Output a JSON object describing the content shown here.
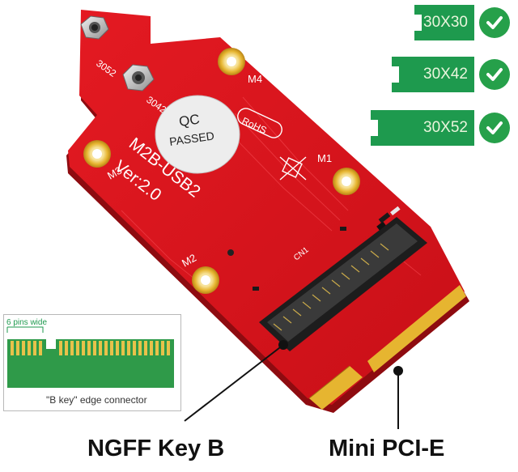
{
  "board": {
    "name": "M2B-USB2",
    "version": "Ver:2.0",
    "qc_line1": "QC",
    "qc_line2": "PASSED",
    "rohs": "RoHS",
    "connector_ref": "CN1",
    "hole_3052": "3052",
    "hole_3042": "3042",
    "mount_m1": "M1",
    "mount_m2": "M2",
    "mount_m3": "M3",
    "mount_m4": "M4"
  },
  "size_badges": [
    {
      "label": "30X30",
      "checked": true
    },
    {
      "label": "30X42",
      "checked": true
    },
    {
      "label": "30X52",
      "checked": true
    }
  ],
  "inset": {
    "pins_label": "6 pins wide",
    "caption": "\"B key\" edge connector"
  },
  "labels": {
    "left": "NGFF Key B",
    "right": "Mini PCI-E"
  },
  "colors": {
    "pcb_red": "#d8141c",
    "gold": "#e6b530",
    "badge_green": "#1e9a4e",
    "check_green": "#26a04a"
  }
}
